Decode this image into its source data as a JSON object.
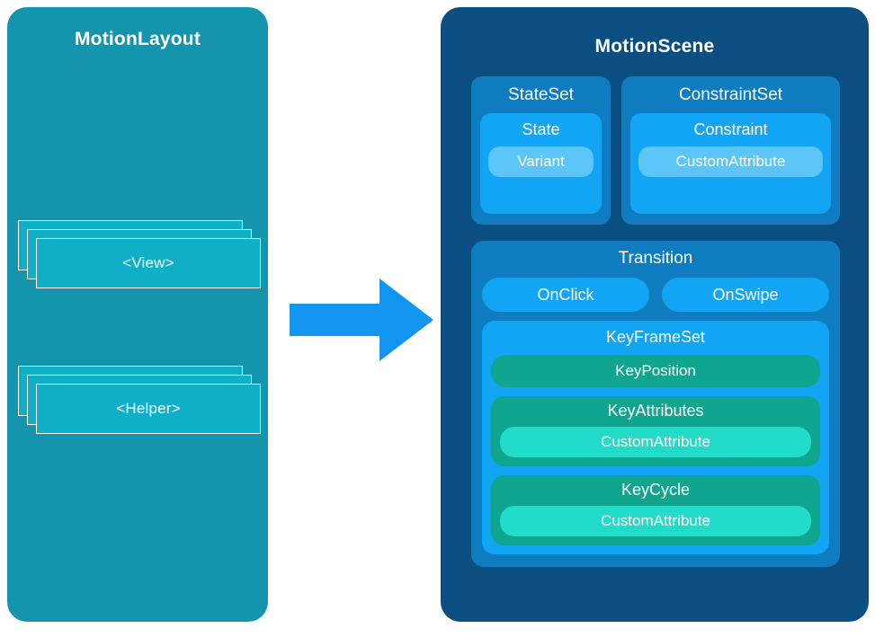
{
  "diagram": {
    "title_left": "MotionLayout",
    "title_right": "MotionScene",
    "arrow": {
      "name": "right-arrow",
      "color": "#1496F0",
      "direction": "right"
    }
  },
  "motion_layout": {
    "label": "MotionLayout",
    "stacks": [
      {
        "label": "<View>",
        "count": 3
      },
      {
        "label": "<Helper>",
        "count": 3
      }
    ]
  },
  "motion_scene": {
    "label": "MotionScene",
    "sets": [
      {
        "label": "StateSet",
        "child": {
          "label": "State",
          "pill": "Variant"
        }
      },
      {
        "label": "ConstraintSet",
        "child": {
          "label": "Constraint",
          "pill": "CustomAttribute"
        }
      }
    ],
    "transition": {
      "label": "Transition",
      "triggers": [
        {
          "label": "OnClick"
        },
        {
          "label": "OnSwipe"
        }
      ],
      "keyframeset": {
        "label": "KeyFrameSet",
        "simple_keys": [
          {
            "label": "KeyPosition"
          }
        ],
        "groups": [
          {
            "label": "KeyAttributes",
            "pill": "CustomAttribute"
          },
          {
            "label": "KeyCycle",
            "pill": "CustomAttribute"
          }
        ]
      }
    }
  },
  "colors": {
    "panel_left": "#1595AD",
    "card_fill": "#0FAFC8",
    "card_border": "#FFFFFF",
    "arrow": "#1496F0",
    "panel_right": "#0B4F82",
    "set_box": "#0F7CC0",
    "inner_box": "#12A5F5",
    "pill_lightblue": "#5BC6F7",
    "key_green": "#10A58F",
    "pill_mint": "#21DCC8",
    "text": "#FFFFFF",
    "background": "#FFFFFF"
  }
}
